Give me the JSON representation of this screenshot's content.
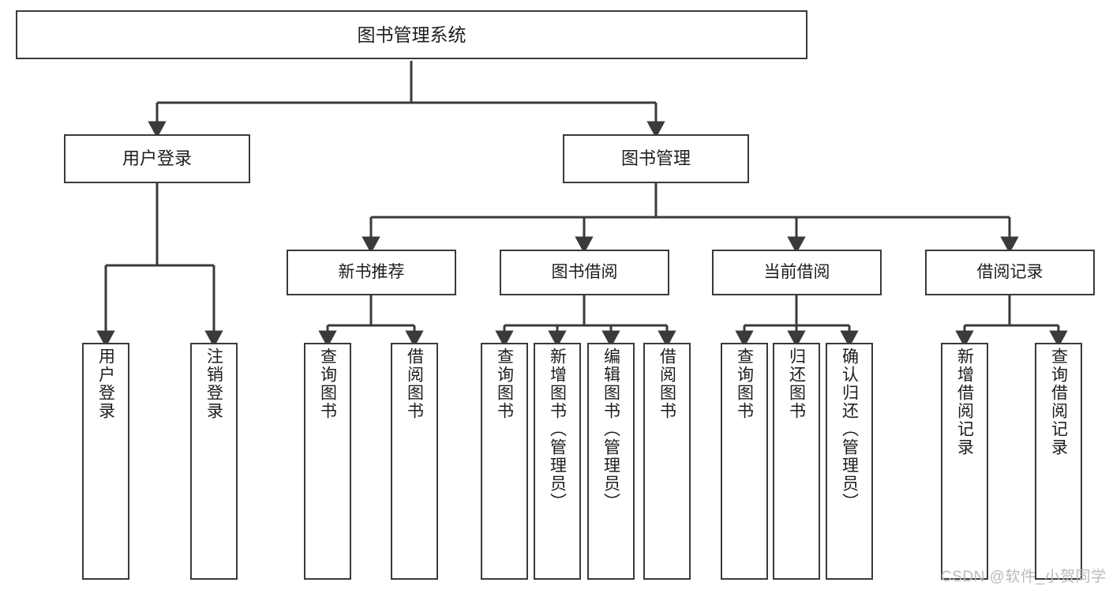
{
  "diagram": {
    "title": "图书管理系统",
    "type": "tree-hierarchy",
    "root": {
      "label": "图书管理系统"
    },
    "level2": [
      {
        "label": "用户登录"
      },
      {
        "label": "图书管理"
      }
    ],
    "level3": [
      {
        "label": "新书推荐"
      },
      {
        "label": "图书借阅"
      },
      {
        "label": "当前借阅"
      },
      {
        "label": "借阅记录"
      }
    ],
    "leaves": {
      "user_login": [
        {
          "label": "用户登录"
        },
        {
          "label": "注销登录"
        }
      ],
      "new_book_recommend": [
        {
          "label": "查询图书"
        },
        {
          "label": "借阅图书"
        }
      ],
      "book_borrow": [
        {
          "label": "查询图书"
        },
        {
          "label": "新增图书（管理员）"
        },
        {
          "label": "编辑图书（管理员）"
        },
        {
          "label": "借阅图书"
        }
      ],
      "current_borrow": [
        {
          "label": "查询图书"
        },
        {
          "label": "归还图书"
        },
        {
          "label": "确认归还（管理员）"
        }
      ],
      "borrow_records": [
        {
          "label": "新增借阅记录"
        },
        {
          "label": "查询借阅记录"
        }
      ]
    }
  },
  "watermark": {
    "text": "CSDN @软件_小贺同学"
  },
  "colors": {
    "border": "#3a3a3a",
    "line": "#3a3a3a",
    "background": "#ffffff",
    "text": "#1d1d1d",
    "watermark": "#b9b9b9"
  }
}
